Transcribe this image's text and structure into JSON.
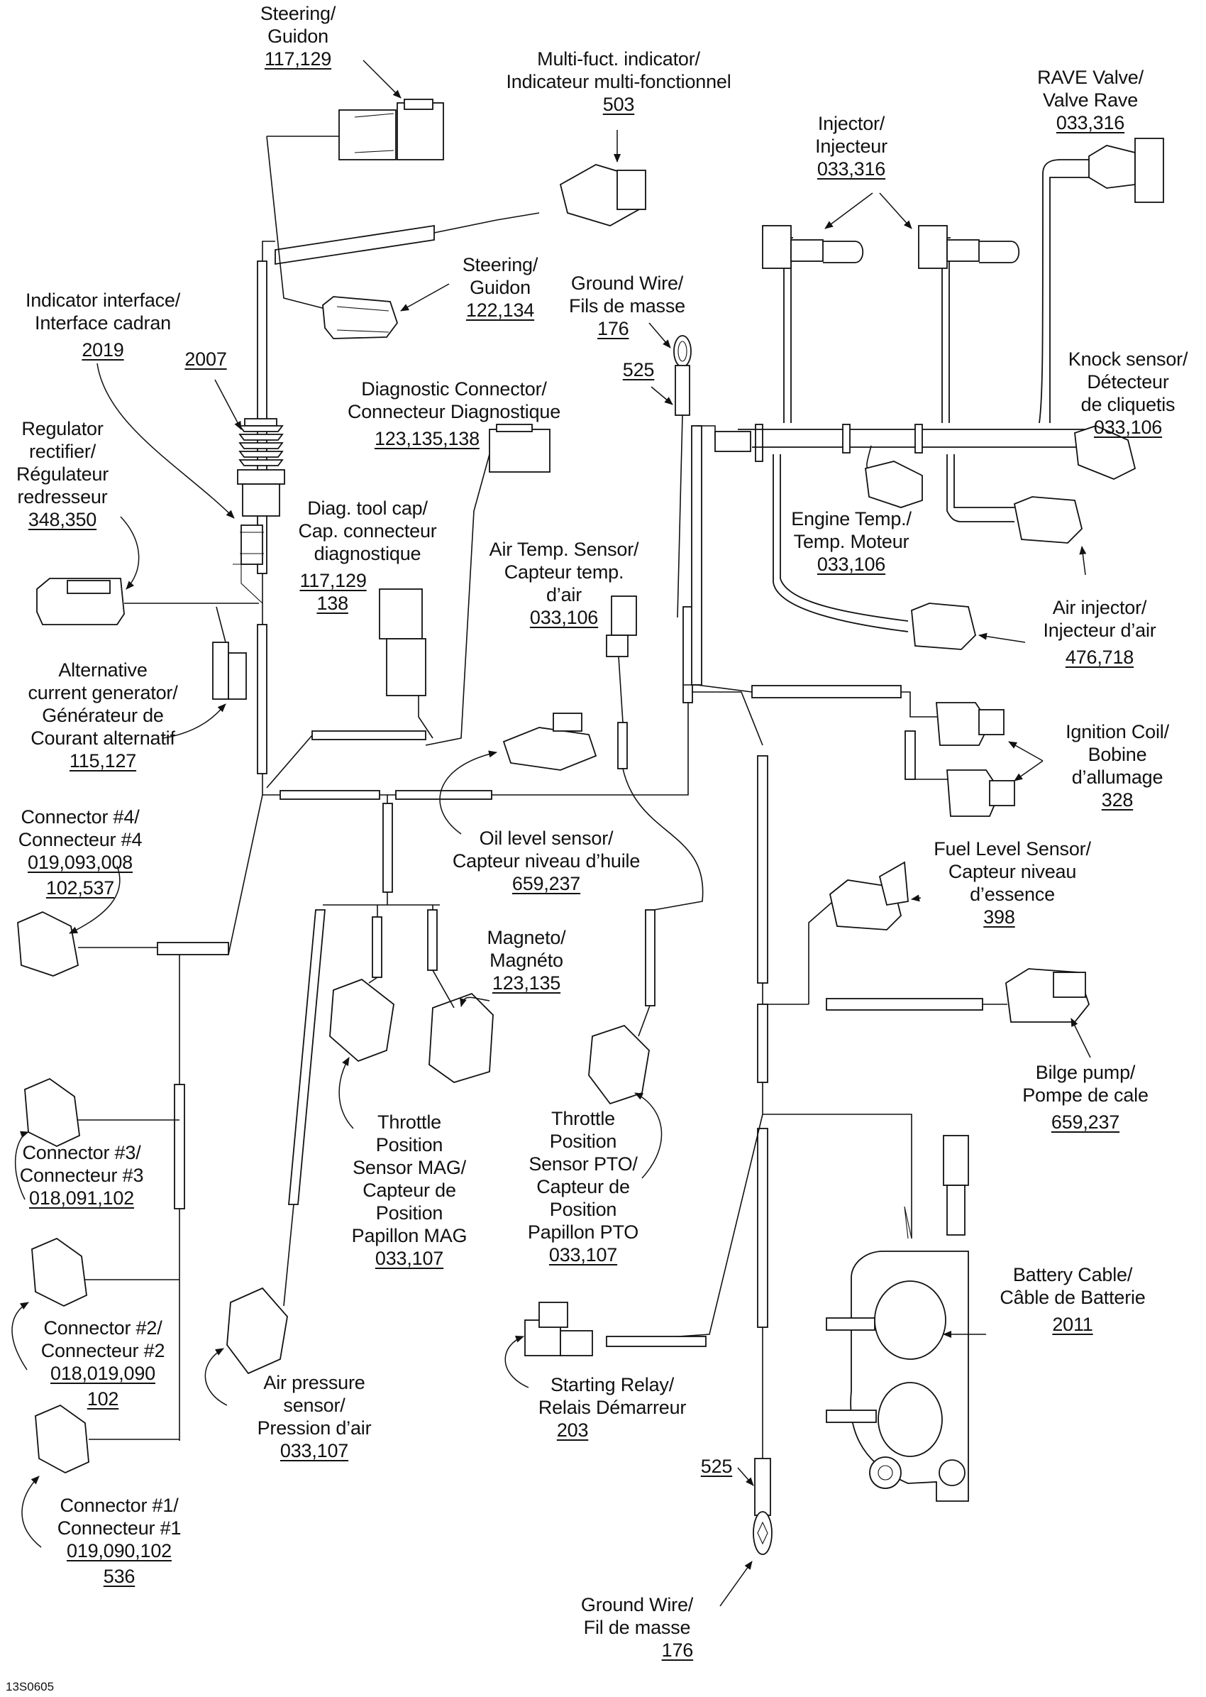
{
  "figure_id": "13S0605",
  "labels": {
    "steering_top": {
      "lines": [
        "Steering/",
        "Guidon"
      ],
      "refs": [
        "117,129"
      ]
    },
    "multi_indicator": {
      "lines": [
        "Multi-fuct. indicator/",
        "Indicateur multi-fonctionnel"
      ],
      "refs": [
        "503"
      ]
    },
    "rave_valve": {
      "lines": [
        "RAVE Valve/",
        "Valve Rave"
      ],
      "refs": [
        "033,316"
      ]
    },
    "injector": {
      "lines": [
        "Injector/",
        "Injecteur"
      ],
      "refs": [
        "033,316"
      ]
    },
    "steering_mid": {
      "lines": [
        "Steering/",
        "Guidon"
      ],
      "refs": [
        "122,134"
      ]
    },
    "ground_wire_top": {
      "lines": [
        "Ground Wire/",
        "Fils de masse"
      ],
      "refs": [
        "176"
      ]
    },
    "ref_525_top": {
      "lines": [],
      "refs": [
        "525"
      ]
    },
    "indicator_interface": {
      "lines": [
        "Indicator interface/",
        "Interface cadran"
      ],
      "refs": [
        "2019"
      ]
    },
    "ref_2007": {
      "lines": [],
      "refs": [
        "2007"
      ]
    },
    "diag_connector": {
      "lines": [
        "Diagnostic Connector/",
        "Connecteur Diagnostique"
      ],
      "refs": [
        "123,135,138"
      ]
    },
    "knock_sensor": {
      "lines": [
        "Knock sensor/",
        "Détecteur",
        "de cliquetis"
      ],
      "refs": [
        "033,106"
      ]
    },
    "regulator": {
      "lines": [
        "Regulator",
        "rectifier/",
        "Régulateur",
        "redresseur"
      ],
      "refs": [
        "348,350"
      ]
    },
    "diag_tool_cap": {
      "lines": [
        "Diag. tool cap/",
        "Cap. connecteur",
        "diagnostique"
      ],
      "refs": [
        "117,129",
        "138"
      ]
    },
    "air_temp": {
      "lines": [
        "Air Temp. Sensor/",
        "Capteur temp.",
        "d’air"
      ],
      "refs": [
        "033,106"
      ]
    },
    "engine_temp": {
      "lines": [
        "Engine Temp./",
        "Temp. Moteur"
      ],
      "refs": [
        "033,106"
      ]
    },
    "air_injector": {
      "lines": [
        "Air injector/",
        "Injecteur d’air"
      ],
      "refs": [
        "476,718"
      ]
    },
    "alt_generator": {
      "lines": [
        "Alternative",
        "current generator/",
        "Générateur de",
        "Courant alternatif"
      ],
      "refs": [
        "115,127"
      ]
    },
    "ignition_coil": {
      "lines": [
        "Ignition Coil/",
        "Bobine",
        "d’allumage"
      ],
      "refs": [
        "328"
      ]
    },
    "connector_4": {
      "lines": [
        "Connector #4/",
        "Connecteur #4"
      ],
      "refs": [
        "019,093,008",
        "102,537"
      ]
    },
    "oil_level": {
      "lines": [
        "Oil level sensor/",
        "Capteur niveau d’huile"
      ],
      "refs": [
        "659,237"
      ]
    },
    "fuel_level": {
      "lines": [
        "Fuel Level Sensor/",
        "Capteur niveau",
        "d’essence"
      ],
      "refs": [
        "398"
      ]
    },
    "magneto": {
      "lines": [
        "Magneto/",
        "Magnéto"
      ],
      "refs": [
        "123,135"
      ]
    },
    "bilge_pump": {
      "lines": [
        "Bilge pump/",
        "Pompe de cale"
      ],
      "refs": [
        "659,237"
      ]
    },
    "connector_3": {
      "lines": [
        "Connector #3/",
        "Connecteur #3"
      ],
      "refs": [
        "018,091,102"
      ]
    },
    "tps_mag": {
      "lines": [
        "Throttle",
        "Position",
        "Sensor MAG/",
        "Capteur de",
        "Position",
        "Papillon MAG"
      ],
      "refs": [
        "033,107"
      ]
    },
    "tps_pto": {
      "lines": [
        "Throttle",
        "Position",
        "Sensor PTO/",
        "Capteur de",
        "Position",
        "Papillon PTO"
      ],
      "refs": [
        "033,107"
      ]
    },
    "battery_cable": {
      "lines": [
        "Battery Cable/",
        "Câble de Batterie"
      ],
      "refs": [
        "2011"
      ]
    },
    "connector_2": {
      "lines": [
        "Connector #2/",
        "Connecteur #2"
      ],
      "refs": [
        "018,019,090",
        "102"
      ]
    },
    "air_pressure": {
      "lines": [
        "Air pressure",
        "sensor/",
        "Pression d’air"
      ],
      "refs": [
        "033,107"
      ]
    },
    "starting_relay": {
      "lines": [
        "Starting Relay/",
        "Relais Démarreur"
      ],
      "refs": [
        "203"
      ]
    },
    "ref_525_bottom": {
      "lines": [],
      "refs": [
        "525"
      ]
    },
    "connector_1": {
      "lines": [
        "Connector #1/",
        "Connecteur #1"
      ],
      "refs": [
        "019,090,102",
        "536"
      ]
    },
    "ground_wire_bottom": {
      "lines": [
        "Ground Wire/",
        "Fil de masse"
      ],
      "refs": [
        "176"
      ]
    }
  }
}
